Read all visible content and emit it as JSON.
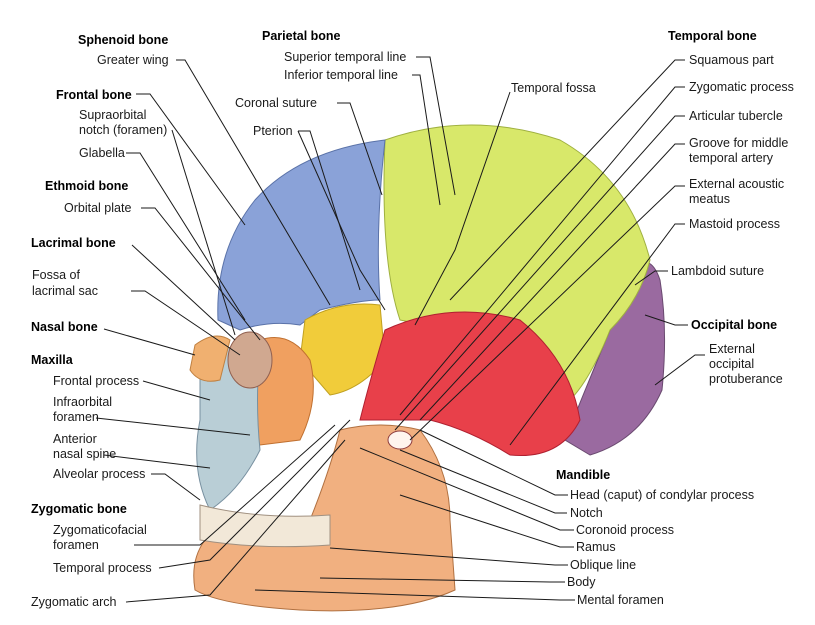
{
  "labels": {
    "sphenoid_bone": "Sphenoid bone",
    "greater_wing": "Greater wing",
    "frontal_bone": "Frontal bone",
    "supraorbital_notch_1": "Supraorbital",
    "supraorbital_notch_2": "notch (foramen)",
    "glabella": "Glabella",
    "ethmoid_bone": "Ethmoid bone",
    "orbital_plate": "Orbital plate",
    "lacrimal_bone": "Lacrimal bone",
    "fossa_lacrimal_1": "Fossa of",
    "fossa_lacrimal_2": "lacrimal sac",
    "nasal_bone": "Nasal bone",
    "maxilla": "Maxilla",
    "frontal_process": "Frontal process",
    "infraorbital_1": "Infraorbital",
    "infraorbital_2": "foramen",
    "anterior_nasal_1": "Anterior",
    "anterior_nasal_2": "nasal spine",
    "alveolar_process": "Alveolar process",
    "zygomatic_bone": "Zygomatic bone",
    "zygomaticofacial_1": "Zygomaticofacial",
    "zygomaticofacial_2": "foramen",
    "temporal_process": "Temporal process",
    "zygomatic_arch": "Zygomatic arch",
    "parietal_bone": "Parietal bone",
    "superior_temporal_line": "Superior temporal line",
    "inferior_temporal_line": "Inferior temporal line",
    "coronal_suture": "Coronal suture",
    "pterion": "Pterion",
    "temporal_fossa": "Temporal fossa",
    "temporal_bone": "Temporal bone",
    "squamous_part": "Squamous part",
    "zygomatic_process": "Zygomatic process",
    "articular_tubercle": "Articular tubercle",
    "groove_1": "Groove for middle",
    "groove_2": "temporal artery",
    "external_acoustic_1": "External acoustic",
    "external_acoustic_2": "meatus",
    "mastoid_process": "Mastoid process",
    "lambdoid_suture": "Lambdoid suture",
    "occipital_bone": "Occipital bone",
    "ext_occipital_1": "External",
    "ext_occipital_2": "occipital",
    "ext_occipital_3": "protuberance",
    "mandible": "Mandible",
    "head_condylar": "Head (caput) of condylar process",
    "notch": "Notch",
    "coronoid_process": "Coronoid process",
    "ramus": "Ramus",
    "oblique_line": "Oblique line",
    "body": "Body",
    "mental_foramen": "Mental foramen"
  },
  "colors": {
    "parietal": "#d8e86a",
    "frontal": "#8aa2d8",
    "sphenoid": "#f1cc3a",
    "temporal": "#e8404a",
    "occipital": "#9a6aa0",
    "zygomatic": "#f0a060",
    "maxilla": "#b9ced6",
    "mandible": "#f1b080",
    "nasal": "#f0b070"
  }
}
